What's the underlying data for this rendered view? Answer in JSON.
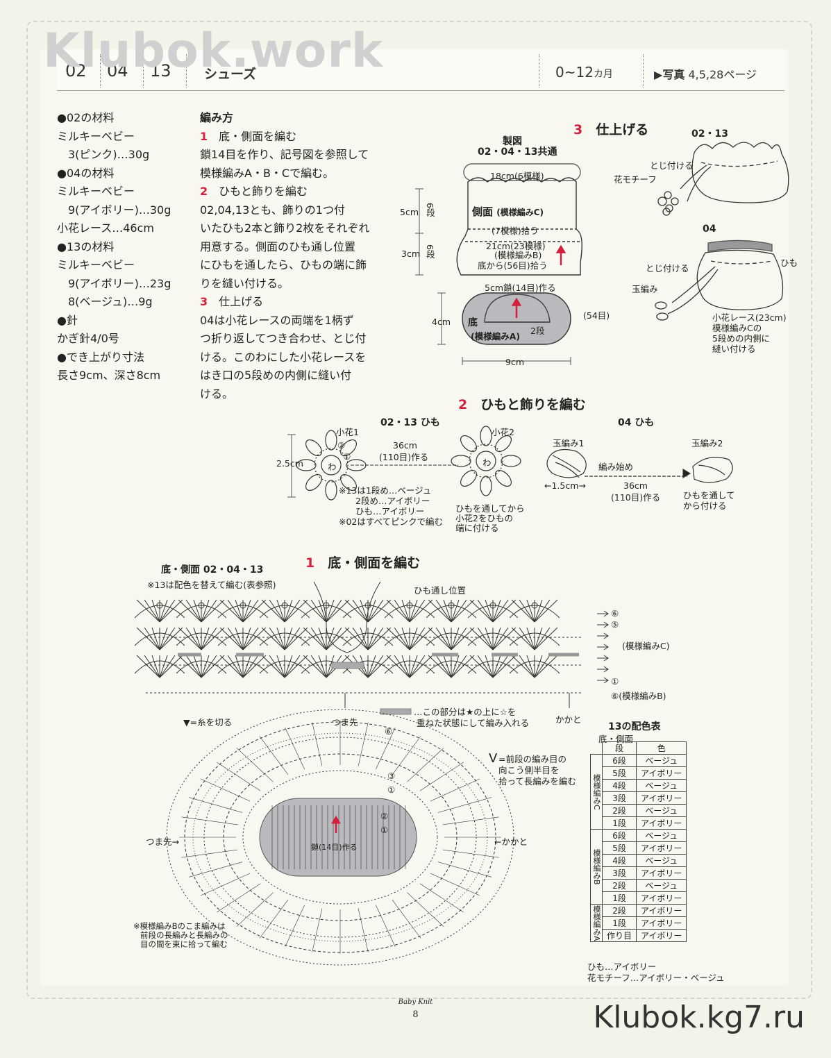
{
  "watermark": "Klubok.work",
  "site_credit": "Klubok.kg7.ru",
  "header": {
    "codes": [
      "02",
      "04",
      "13"
    ],
    "title": "シューズ",
    "age": "0~12",
    "age_unit": "カ月",
    "photo_ref_arrow": "▶",
    "photo_ref_label": "写真",
    "photo_ref_pages": "4,5,28",
    "photo_ref_suffix": "ページ"
  },
  "materials": {
    "lines": [
      "●02の材料",
      "ミルキーベビー",
      "　3(ピンク)…30g",
      "●04の材料",
      "ミルキーベビー",
      "　9(アイボリー)…30g",
      "小花レース…46cm",
      "●13の材料",
      "ミルキーベビー",
      "　9(アイボリー)…23g",
      "　8(ベージュ)…9g",
      "●針",
      "かぎ針4/0号",
      "●でき上がり寸法",
      "長さ9cm、深さ8cm"
    ]
  },
  "method": {
    "title": "編み方",
    "step1_num": "1",
    "step1_title": "底・側面を編む",
    "step1_body": [
      "鎖14目を作り、記号図を参照して",
      "模様編みA・B・Cで編む。"
    ],
    "step2_num": "2",
    "step2_title": "ひもと飾りを編む",
    "step2_body": [
      "02,04,13とも、飾りの1つ付",
      "いたひも2本と飾り2枚をそれぞれ",
      "用意する。側面のひも通し位置",
      "にひもを通したら、ひもの端に飾",
      "りを縫い付ける。"
    ],
    "step3_num": "3",
    "step3_title": "仕上げる",
    "step3_body": [
      "04は小花レースの両端を1柄ず",
      "つ折り返してつき合わせ、とじ付",
      "ける。このわにした小花レースを",
      "はき口の5段めの内側に縫い付",
      "ける。"
    ]
  },
  "pattern_figure": {
    "title": "製図",
    "subtitle": "02・04・13共通",
    "top_width": "18cm(6模様)",
    "side_label": "側面",
    "side_pattern": "(模様編みC)",
    "pick7": "(7模様)拾う",
    "mid_width": "21cm(23模様)",
    "mid_pattern": "(模様編みB)",
    "pick56": "底から(56目)拾う",
    "h5": "5cm",
    "rows6a": "6段",
    "h3": "3cm",
    "rows6b": "6段",
    "chain": "5cm鎖(14目)作る",
    "h4": "4cm",
    "sole_label": "底",
    "sole_pattern": "(模様編みA)",
    "rows2": "2段",
    "stitches54": "(54目)",
    "length9": "9cm"
  },
  "finish": {
    "num": "3",
    "title": "仕上げる",
    "label0213": "02・13",
    "attach": "とじ付ける",
    "flower_motif": "花モチーフ",
    "label04": "04",
    "attach2": "とじ付ける",
    "cord": "ひも",
    "puff": "玉編み",
    "lace_note": [
      "小花レース(23cm)",
      "模様編みCの",
      "5段めの内側に",
      "縫い付ける"
    ]
  },
  "cords": {
    "num": "2",
    "title": "ひもと飾りを編む",
    "left_title": "02・13 ひも",
    "flower1": "小花1",
    "flower2": "小花2",
    "length": "36cm",
    "chain": "(110目)作る",
    "width": "2.5cm",
    "ring": "わ",
    "r2": "②",
    "r1": "①",
    "colors13": [
      "※13は1段め…ベージュ",
      "2段め…アイボリー",
      "ひも…アイボリー",
      "※02はすべてピンクで編む"
    ],
    "thread_note": [
      "ひもを通してから",
      "小花2をひもの",
      "端に付ける"
    ],
    "right_title": "04 ひも",
    "puff1": "玉編み1",
    "puff2": "玉編み2",
    "start": "編み始め",
    "len15": "←1.5cm→",
    "length2": "36cm",
    "chain2": "(110目)作る",
    "thread_note2": [
      "ひもを通して",
      "から付ける"
    ]
  },
  "chart": {
    "num": "1",
    "title": "底・側面を編む",
    "subtitle": "底・側面 02・04・13",
    "note13": "※13は配色を替えて編む(表参照)",
    "threading": "ひも通し位置",
    "rows_c": [
      "⑥",
      "⑤",
      "①"
    ],
    "pattern_c": "(模様編みC)",
    "row_b": "⑥(模様編みB)",
    "toe": "つま先",
    "heel": "かかと",
    "legend_cut": "▼=糸を切る",
    "overlap_note": [
      "…この部分は★の上に☆を",
      "重ねた状態にして編み入れる"
    ],
    "sym_v": "V",
    "sym_note": [
      "=前段の編み目の",
      "向こう側半目を",
      "拾って長編みを編む"
    ],
    "sole_rows": [
      "⑥",
      "③",
      "①",
      "②",
      "①"
    ],
    "toe2": "つま先→",
    "heel2": "←かかと",
    "chain14": "鎖(14目)作る",
    "bottom_note": [
      "※模様編みBのこま編みは",
      "前段の長編みと長編みの",
      "目の間を束に拾って編む"
    ]
  },
  "color_table": {
    "title": "13の配色表",
    "subtitle": "底・側面",
    "headers": [
      "段",
      "色"
    ],
    "groups": [
      {
        "name": "模様編みC",
        "rows": [
          [
            "6段",
            "ベージュ"
          ],
          [
            "5段",
            "アイボリー"
          ],
          [
            "4段",
            "ベージュ"
          ],
          [
            "3段",
            "アイボリー"
          ],
          [
            "2段",
            "ベージュ"
          ],
          [
            "1段",
            "アイボリー"
          ]
        ]
      },
      {
        "name": "模様編みB",
        "rows": [
          [
            "6段",
            "ベージュ"
          ],
          [
            "5段",
            "アイボリー"
          ],
          [
            "4段",
            "ベージュ"
          ],
          [
            "3段",
            "アイボリー"
          ],
          [
            "2段",
            "ベージュ"
          ],
          [
            "1段",
            "アイボリー"
          ]
        ]
      },
      {
        "name": "模様編みA",
        "rows": [
          [
            "2段",
            "アイボリー"
          ],
          [
            "1段",
            "アイボリー"
          ],
          [
            "作り目",
            "アイボリー"
          ]
        ]
      }
    ],
    "foot": [
      "ひも…アイボリー",
      "花モチーフ…アイボリー・ベージュ"
    ]
  },
  "footer": {
    "magazine": "Baby Knit",
    "page": "8"
  },
  "colors": {
    "accent": "#d21f3c",
    "sole_fill": "#b9b9be",
    "background": "#f3f3ea"
  }
}
